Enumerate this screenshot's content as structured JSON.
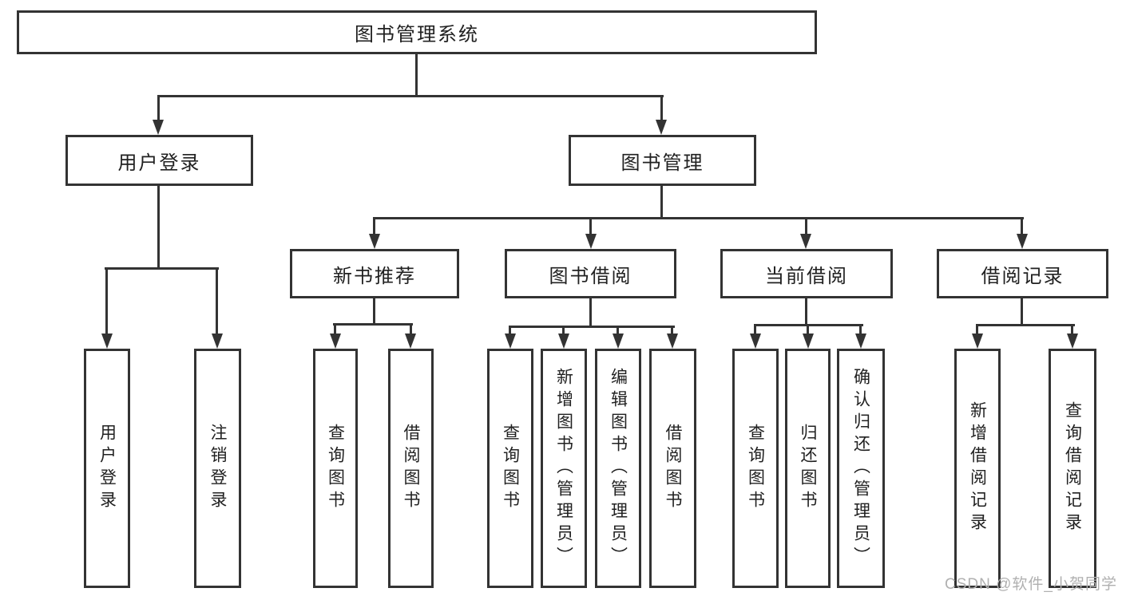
{
  "diagram_title": "图书管理系统",
  "tree": {
    "root": {
      "label": "图书管理系统"
    },
    "user_branch": {
      "label": "用户登录",
      "children": [
        {
          "label": "用户登录"
        },
        {
          "label": "注销登录"
        }
      ]
    },
    "mgmt_branch": {
      "label": "图书管理",
      "children": [
        {
          "label": "新书推荐",
          "children": [
            {
              "label": "查询图书"
            },
            {
              "label": "借阅图书"
            }
          ]
        },
        {
          "label": "图书借阅",
          "children": [
            {
              "label": "查询图书"
            },
            {
              "label": "新增图书（管理员）"
            },
            {
              "label": "编辑图书（管理员）"
            },
            {
              "label": "借阅图书"
            }
          ]
        },
        {
          "label": "当前借阅",
          "children": [
            {
              "label": "查询图书"
            },
            {
              "label": "归还图书"
            },
            {
              "label": "确认归还（管理员）"
            }
          ]
        },
        {
          "label": "借阅记录",
          "children": [
            {
              "label": "新增借阅记录"
            },
            {
              "label": "查询借阅记录"
            }
          ]
        }
      ]
    }
  },
  "watermark": "CSDN @软件_小贺同学",
  "colors": {
    "line": "#333333",
    "text": "#212121",
    "background": "#ffffff",
    "watermark": "#b0b0b0"
  }
}
